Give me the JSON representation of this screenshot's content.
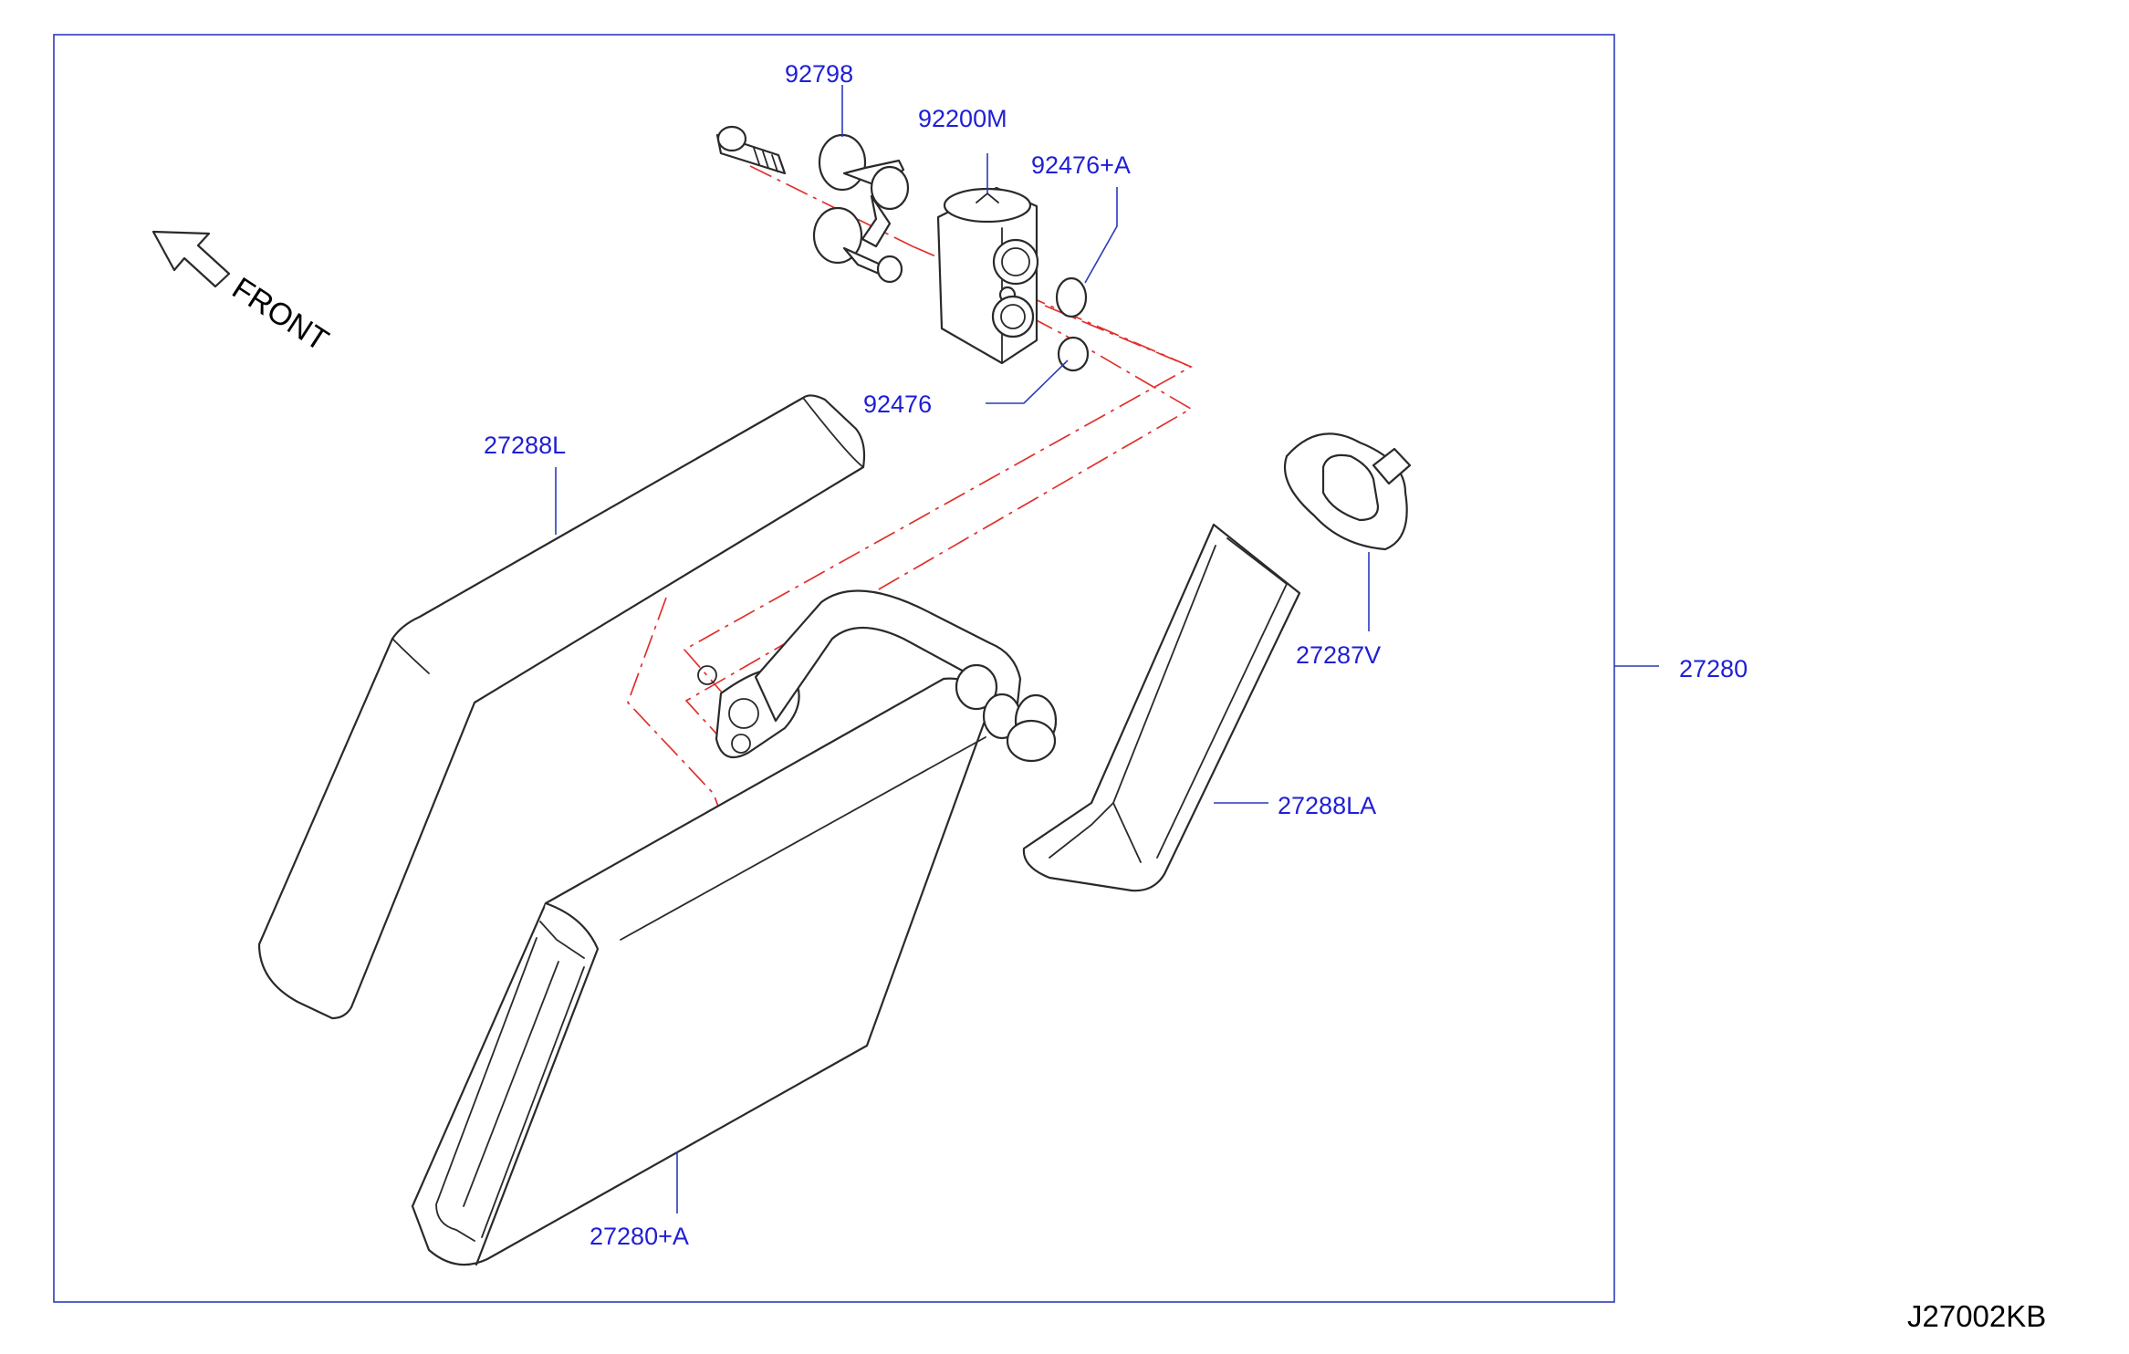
{
  "diagram": {
    "reference_code": "J27002KB",
    "direction_label": "FRONT",
    "callouts": [
      {
        "id": "92798",
        "text": "92798"
      },
      {
        "id": "92200M",
        "text": "92200M"
      },
      {
        "id": "92476A",
        "text": "92476+A"
      },
      {
        "id": "92476",
        "text": "92476"
      },
      {
        "id": "27288L",
        "text": "27288L"
      },
      {
        "id": "27287V",
        "text": "27287V"
      },
      {
        "id": "27280",
        "text": "27280"
      },
      {
        "id": "27288LA",
        "text": "27288LA"
      },
      {
        "id": "27280A",
        "text": "27280+A"
      }
    ],
    "colors": {
      "callout_text": "#1f1fd6",
      "leader_line": "#2a3ab8",
      "frame": "#2c3cb8",
      "phantom_line": "#e0302c",
      "part_outline": "#2a2a2a"
    }
  }
}
